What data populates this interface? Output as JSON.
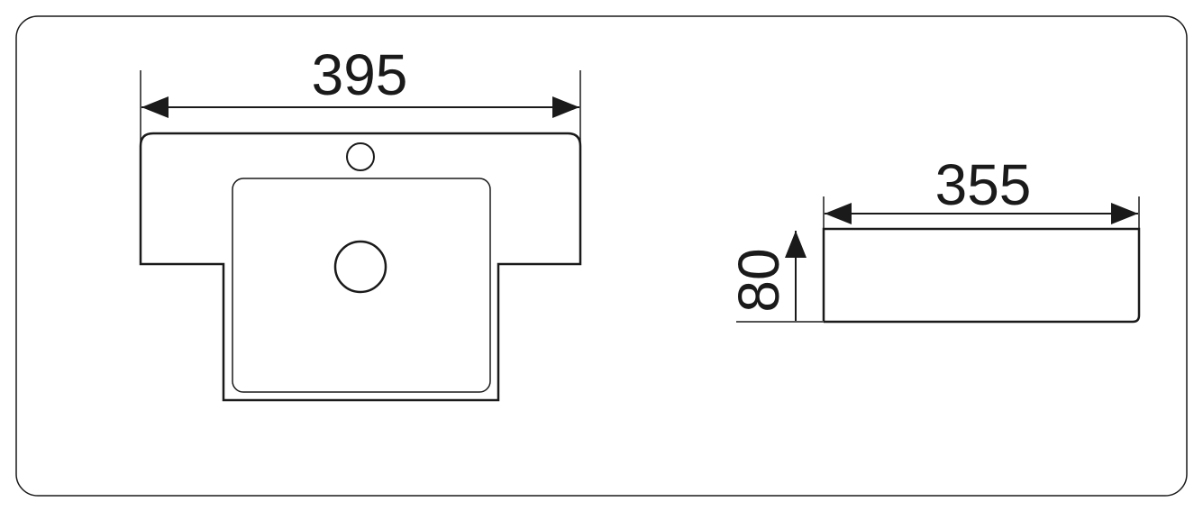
{
  "drawing": {
    "top_view": {
      "width_label": "395"
    },
    "side_view": {
      "width_label": "355",
      "height_label": "80"
    }
  },
  "colors": {
    "line": "#1a1a1a",
    "background": "#ffffff"
  }
}
